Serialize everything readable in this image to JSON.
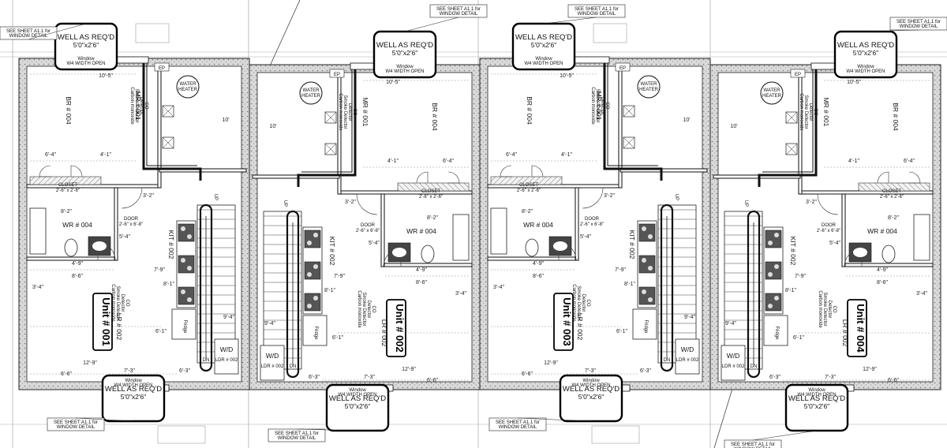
{
  "sheet": {
    "note": "SEE SHEET A1.1 for\nWINDOW DETAIL",
    "well_label": "WELL AS REQ'D",
    "well_size": "5'0\"x2'6\"",
    "window_label": "Window",
    "window_spec": "W4 WIDTH OPEN"
  },
  "labels": {
    "ep": "EP",
    "water_heater": "WATER\nHEATER",
    "mr": "MR # 001",
    "br": "BR # 004",
    "closet": "CLOSET",
    "closet_size": "2'-6\" x 2'-6\"",
    "door": "DOOR",
    "door_size": "2'-6\" x 6'-8\"",
    "wr": "WR # 004",
    "kit": "KIT # 002",
    "lr": "LR # 002",
    "fridge": "Fridge",
    "wd": "W/D",
    "ldr": "LDR # 002",
    "dn": "DN",
    "up": "UP",
    "detector": "CO\nDetector\nSmoke Detector\nCarbon monoxide"
  },
  "dimensions": [
    "10'-5\"",
    "6'-4\"",
    "4'-1\"",
    "3'-2\"",
    "8'-2\"",
    "5'-4\"",
    "4'-9\"",
    "7'-9\"",
    "8'-6\"",
    "3'-4\"",
    "8'-1\"",
    "12'-9\"",
    "6'-1\"",
    "7'-3\"",
    "9'-4\"",
    "10'",
    "6'-6\"",
    "6'-3\""
  ],
  "units": [
    {
      "name": "Unit # 001"
    },
    {
      "name": "Unit # 002"
    },
    {
      "name": "Unit # 003"
    },
    {
      "name": "Unit # 004"
    }
  ]
}
